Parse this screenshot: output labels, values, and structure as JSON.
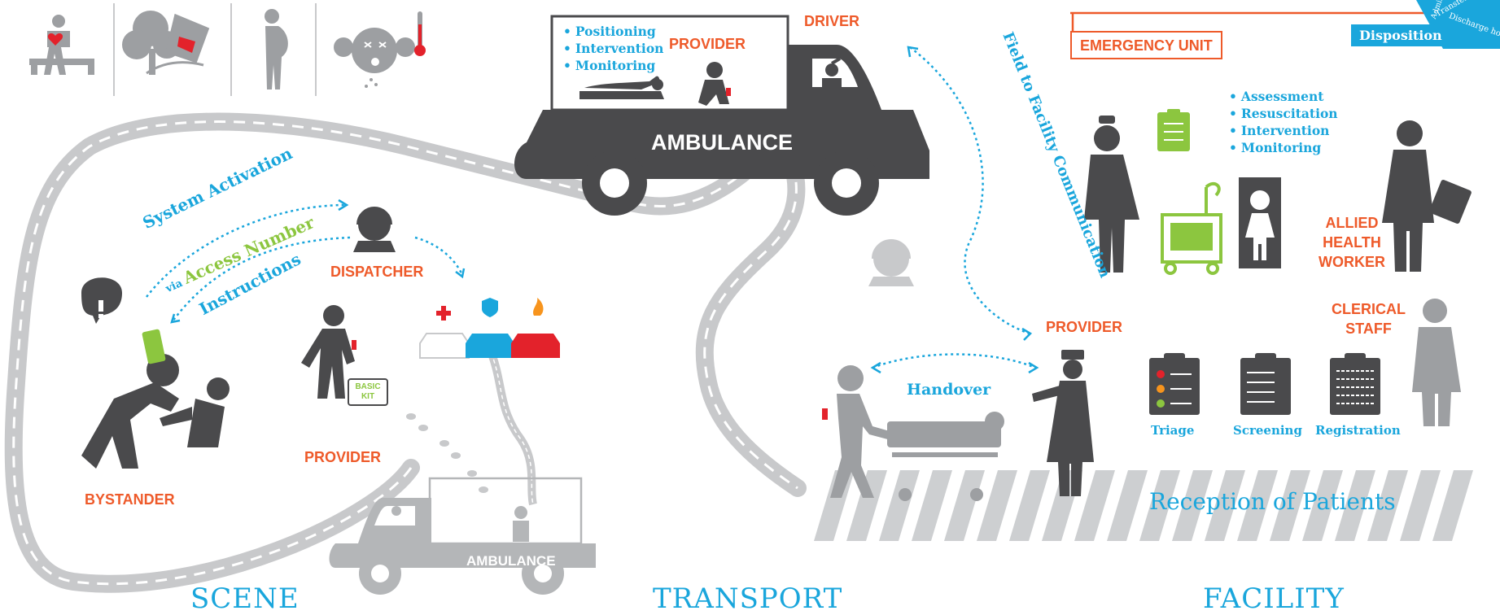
{
  "sections": {
    "scene": "SCENE",
    "transport": "TRANSPORT",
    "facility": "FACILITY"
  },
  "roles": {
    "bystander": "BYSTANDER",
    "dispatcher": "DISPATCHER",
    "provider_scene": "PROVIDER",
    "provider_ambulance": "PROVIDER",
    "driver": "DRIVER",
    "provider_facility": "PROVIDER",
    "allied_health": [
      "ALLIED",
      "HEALTH",
      "WORKER"
    ],
    "clerical": [
      "CLERICAL",
      "STAFF"
    ]
  },
  "ambulance": {
    "main_label": "AMBULANCE",
    "small_label": "AMBULANCE"
  },
  "kit_label": [
    "BASIC",
    "KIT"
  ],
  "ambulance_bullets": [
    "Positioning",
    "Intervention",
    "Monitoring"
  ],
  "facility_bullets": [
    "Assessment",
    "Resuscitation",
    "Intervention",
    "Monitoring"
  ],
  "flows": {
    "system_activation": "System Activation",
    "via": "via",
    "access_number": "Access Number",
    "instructions": "Instructions",
    "field_to_facility": "Field to Facility Communication",
    "handover": "Handover",
    "reception": "Reception of Patients"
  },
  "facility": {
    "emergency_unit": "EMERGENCY UNIT",
    "disposition": "Disposition",
    "disposition_options": [
      "Transfer",
      "Discharge home",
      "Admission"
    ],
    "steps": [
      "Triage",
      "Screening",
      "Registration"
    ]
  },
  "colors": {
    "orange": "#ee5a2a",
    "blue": "#1aa6dc",
    "green": "#8cc63f",
    "dark": "#4a4a4c",
    "gray": "#bcbec0",
    "red": "#e3222b"
  },
  "icons": [
    "heart-attack-icon",
    "car-crash-icon",
    "pregnant-woman-icon",
    "sick-child-fever-icon",
    "headset-icon",
    "police-car-icon",
    "fire-engine-icon",
    "ambulance-car-icon",
    "clipboard-icon",
    "crash-cart-icon",
    "doctor-icon",
    "child-patient-icon",
    "stretcher-icon"
  ]
}
